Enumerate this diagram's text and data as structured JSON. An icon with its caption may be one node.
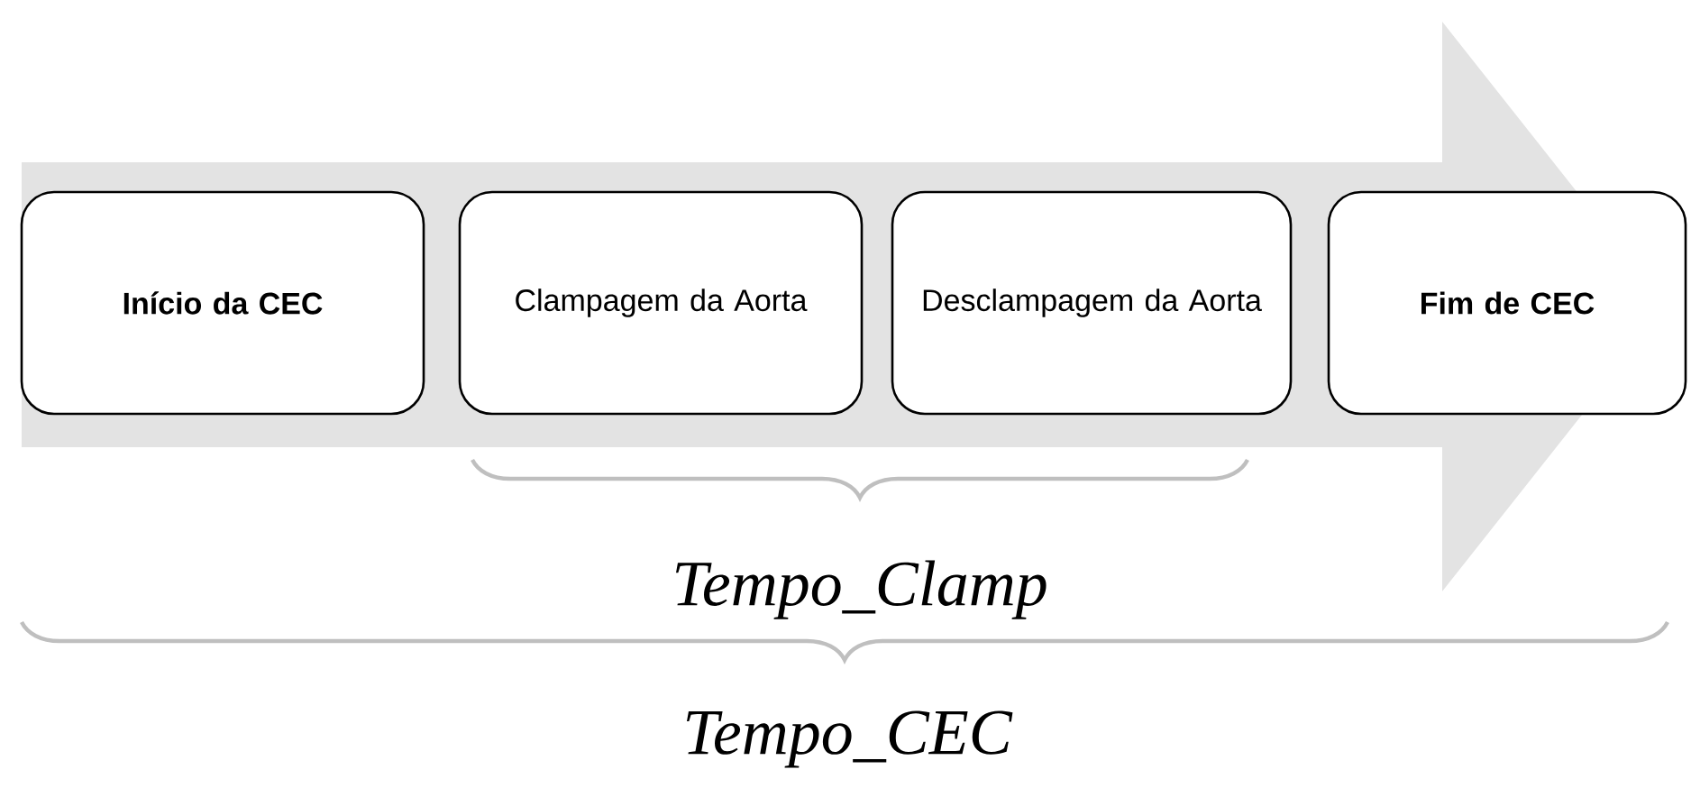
{
  "diagram": {
    "nodes": [
      {
        "text": [
          "Início da CEC"
        ]
      },
      {
        "text": [
          "Clampagem da Aorta"
        ]
      },
      {
        "text": [
          "Desclampagem da Aorta"
        ]
      },
      {
        "text": [
          "Fim de CEC"
        ]
      }
    ],
    "labels": [
      "Tempo_Clamp",
      "Tempo_CEC"
    ]
  }
}
